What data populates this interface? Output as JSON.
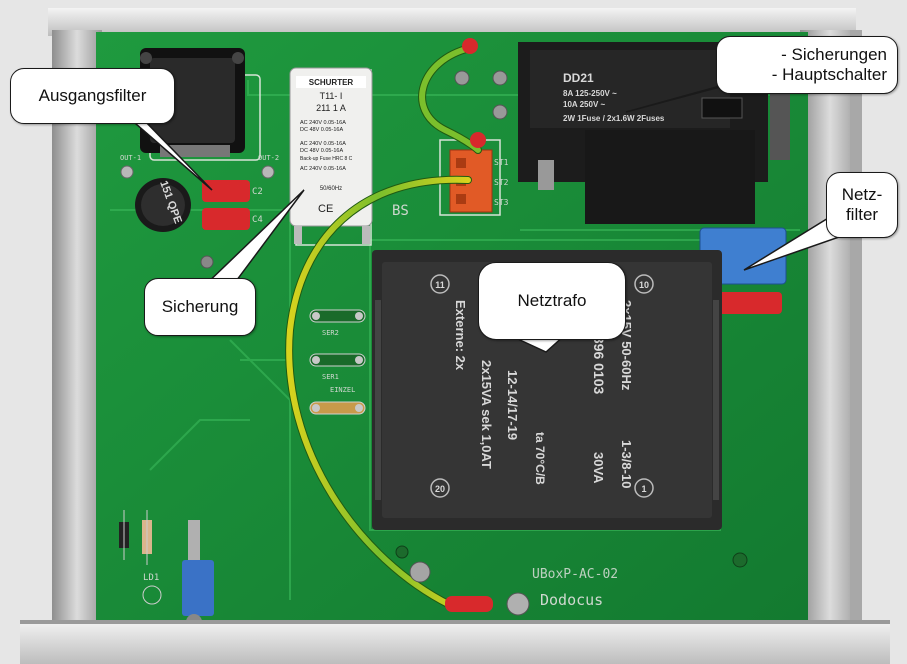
{
  "callouts": {
    "ausgangsfilter": "Ausgangsfilter",
    "sicherung": "Sicherung",
    "netztrafo": "Netztrafo",
    "sicherungen_line1": "- Sicherungen",
    "sicherungen_line2": "- Hauptschalter",
    "netzfilter_line1": "Netz-",
    "netzfilter_line2": "filter"
  },
  "pcb": {
    "board_id": "UBoxP-AC-02",
    "maker": "Dodocus",
    "bs": "BS",
    "ser1": "SER1",
    "ser2": "SER2",
    "einzel": "EINZEL",
    "ld1": "LD1",
    "st1": "ST1",
    "st2": "ST2",
    "st3": "ST3",
    "c2": "C2",
    "c4": "C4",
    "out1": "OUT-1",
    "out2": "OUT-2",
    "choke": "151 QPE"
  },
  "fuse_holder": {
    "brand": "SCHURTER",
    "model": "T11- I",
    "part": "211 1 A",
    "ac_240": "AC  240V  0.05-16A",
    "dc_48": "DC   48V  0.05-16A",
    "ac_240b": "AC  240V  0.05-16A",
    "dc_48b": "DC   48V  0.05-16A",
    "backup": "Back-up Fuse HRC 8 C",
    "ac_240c": "AC  240V  0.05-16A",
    "hz": "50/60Hz",
    "ce": "CE"
  },
  "switch": {
    "model": "DD21",
    "line1": "8A 125-250V ~",
    "line2": "10A 250V ~",
    "line3": "2W 1Fuse / 2x1.6W 2Fuses"
  },
  "transformer": {
    "col1": "Externe:  2x",
    "col2": "2x15VA   sek 1,0AT",
    "col3": "ta 70°C/B",
    "col4": "12-14/17-19",
    "col5": "UI 396 0103",
    "col6": "2x15V   50-60Hz",
    "col7": "30VA",
    "col8": "1-3/8-10",
    "n11": "11",
    "n20": "20",
    "n10": "10",
    "n1": "1"
  },
  "colors": {
    "pcb_green": "#1d8a3a",
    "enclosure": "#c9c9c9",
    "transformer": "#2b2b2b",
    "relay": "#1c1c1c",
    "terminal": "#e15a26",
    "cap_red": "#d8292c",
    "filter_blue": "#3f7fd0"
  }
}
